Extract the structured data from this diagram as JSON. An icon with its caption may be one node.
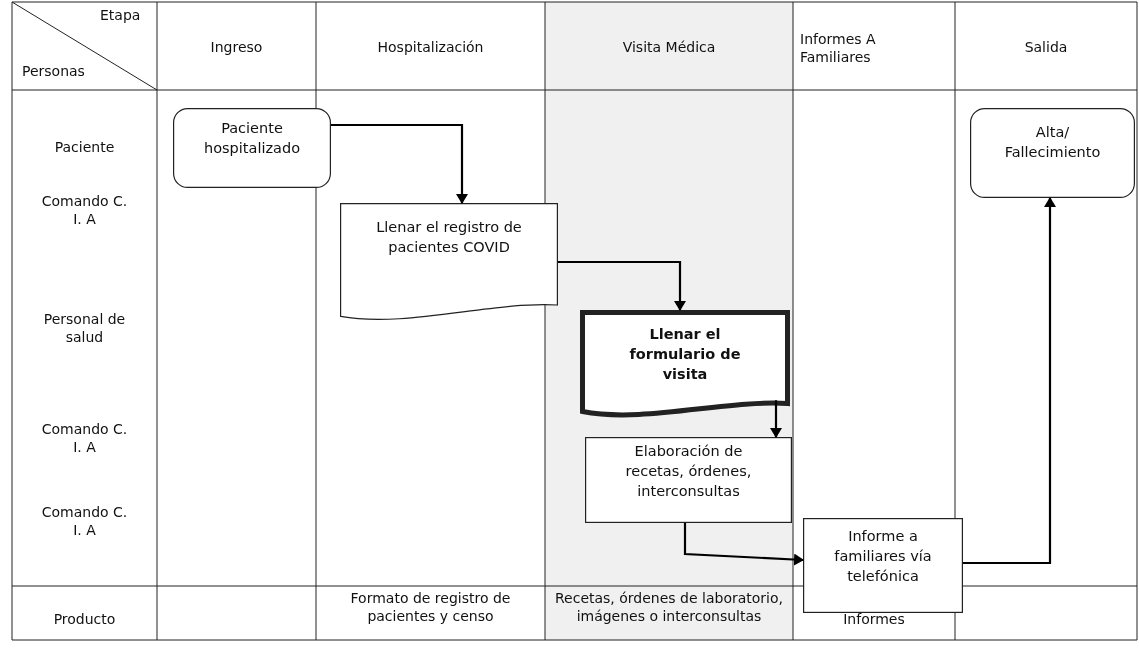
{
  "diagram": {
    "nodes": [
      {
        "text": [
          "Paciente hospitalizado"
        ]
      },
      {
        "text": [
          "Llenar el registro de pacientes COVID"
        ]
      },
      {
        "text": [
          "Llenar el formulario de visita"
        ]
      },
      {
        "text": [
          "Elaboración de recetas, órdenes, interconsultas"
        ]
      },
      {
        "text": [
          "Informe a familiares vía telefónica"
        ]
      },
      {
        "text": [
          "Alta/ Fallecimiento"
        ]
      }
    ],
    "edges": [
      {
        "from": 0,
        "to": 1,
        "arrow": "to"
      },
      {
        "from": 1,
        "to": 2,
        "arrow": "to"
      },
      {
        "from": 2,
        "to": 3,
        "arrow": "to"
      },
      {
        "from": 3,
        "to": 4,
        "arrow": "to"
      },
      {
        "from": 4,
        "to": 5,
        "arrow": "to"
      }
    ],
    "labels": [
      "Etapa",
      "Personas",
      "Ingreso",
      "Hospitalización",
      "Visita Médica",
      "Informes A Familiares",
      "Salida",
      "Paciente",
      "Comando C. I. A",
      "Personal de salud",
      "Comando C. I. A",
      "Comando C. I. A",
      "Producto",
      "Formato de registro de pacientes y censo",
      "Recetas, órdenes de laboratorio, imágenes o interconsultas",
      "Informes"
    ]
  }
}
